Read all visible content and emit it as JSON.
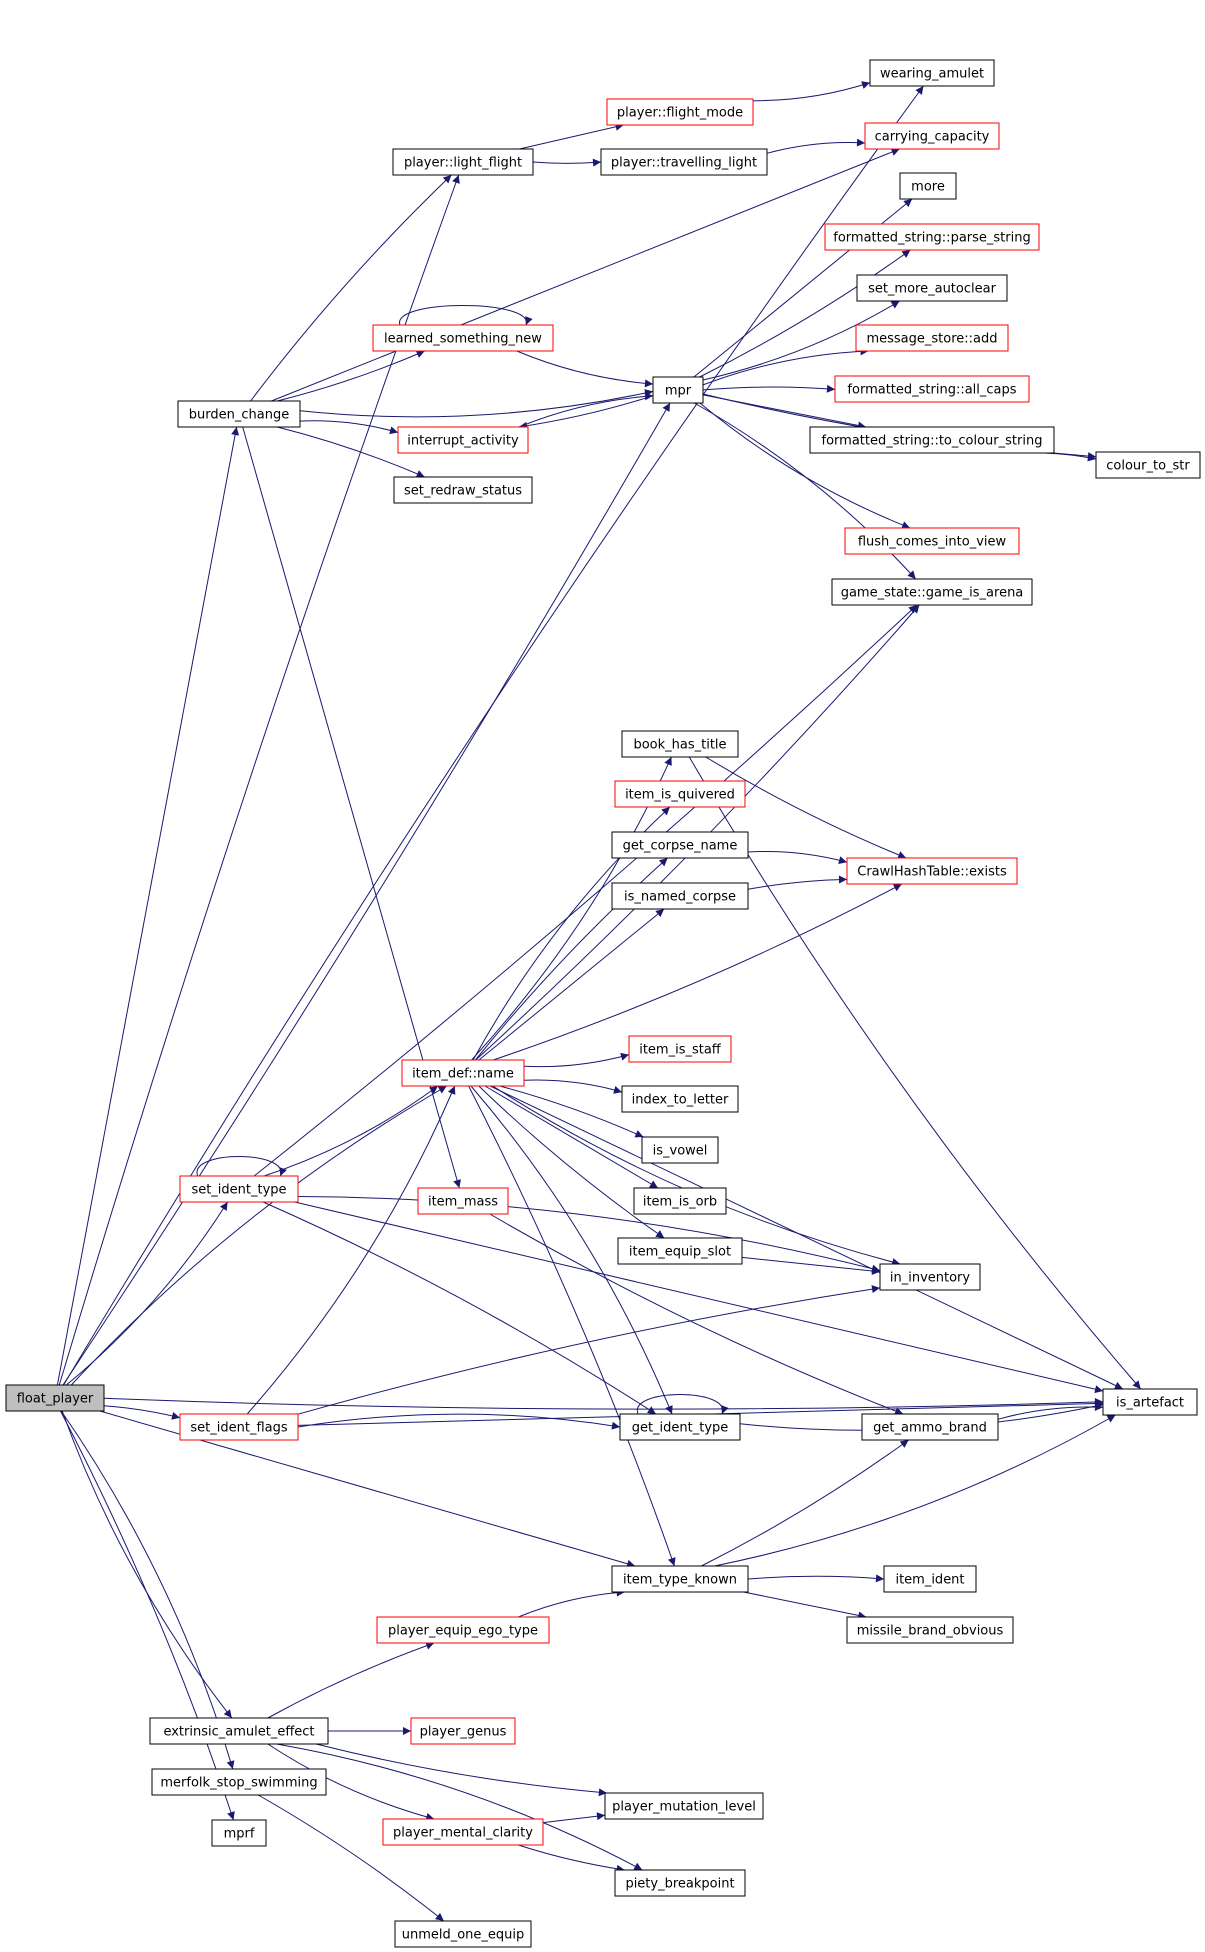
{
  "colors": {
    "edge": "#191970",
    "node_border": "#000000",
    "partial_node_border": "#ff0000",
    "root_fill": "#bfbfbf",
    "background": "#ffffff"
  },
  "nodes": [
    {
      "id": "float_player",
      "label": "float_player",
      "style": "root"
    },
    {
      "id": "wearing_amulet",
      "label": "wearing_amulet",
      "style": "normal"
    },
    {
      "id": "player_flight_mode",
      "label": "player::flight_mode",
      "style": "partial"
    },
    {
      "id": "player_light_flight",
      "label": "player::light_flight",
      "style": "normal"
    },
    {
      "id": "player_travelling_light",
      "label": "player::travelling_light",
      "style": "normal"
    },
    {
      "id": "carrying_capacity",
      "label": "carrying_capacity",
      "style": "partial"
    },
    {
      "id": "more",
      "label": "more",
      "style": "normal"
    },
    {
      "id": "parse_string",
      "label": "formatted_string::parse_string",
      "style": "partial"
    },
    {
      "id": "set_more_autoclear",
      "label": "set_more_autoclear",
      "style": "normal"
    },
    {
      "id": "learned_something_new",
      "label": "learned_something_new",
      "style": "partial"
    },
    {
      "id": "message_store_add",
      "label": "message_store::add",
      "style": "partial"
    },
    {
      "id": "burden_change",
      "label": "burden_change",
      "style": "normal"
    },
    {
      "id": "mpr",
      "label": "mpr",
      "style": "normal"
    },
    {
      "id": "all_caps",
      "label": "formatted_string::all_caps",
      "style": "partial"
    },
    {
      "id": "interrupt_activity",
      "label": "interrupt_activity",
      "style": "partial"
    },
    {
      "id": "to_colour_string",
      "label": "formatted_string::to_colour_string",
      "style": "normal"
    },
    {
      "id": "colour_to_str",
      "label": "colour_to_str",
      "style": "normal"
    },
    {
      "id": "set_redraw_status",
      "label": "set_redraw_status",
      "style": "normal"
    },
    {
      "id": "flush_comes_into_view",
      "label": "flush_comes_into_view",
      "style": "partial"
    },
    {
      "id": "game_is_arena",
      "label": "game_state::game_is_arena",
      "style": "normal"
    },
    {
      "id": "book_has_title",
      "label": "book_has_title",
      "style": "normal"
    },
    {
      "id": "item_is_quivered",
      "label": "item_is_quivered",
      "style": "partial"
    },
    {
      "id": "get_corpse_name",
      "label": "get_corpse_name",
      "style": "normal"
    },
    {
      "id": "crawlhashtable_exists",
      "label": "CrawlHashTable::exists",
      "style": "partial"
    },
    {
      "id": "is_named_corpse",
      "label": "is_named_corpse",
      "style": "normal"
    },
    {
      "id": "item_is_staff",
      "label": "item_is_staff",
      "style": "partial"
    },
    {
      "id": "item_def_name",
      "label": "item_def::name",
      "style": "partial"
    },
    {
      "id": "index_to_letter",
      "label": "index_to_letter",
      "style": "normal"
    },
    {
      "id": "is_vowel",
      "label": "is_vowel",
      "style": "normal"
    },
    {
      "id": "set_ident_type",
      "label": "set_ident_type",
      "style": "partial"
    },
    {
      "id": "item_mass",
      "label": "item_mass",
      "style": "partial"
    },
    {
      "id": "item_is_orb",
      "label": "item_is_orb",
      "style": "normal"
    },
    {
      "id": "item_equip_slot",
      "label": "item_equip_slot",
      "style": "normal"
    },
    {
      "id": "in_inventory",
      "label": "in_inventory",
      "style": "normal"
    },
    {
      "id": "is_artefact",
      "label": "is_artefact",
      "style": "normal"
    },
    {
      "id": "set_ident_flags",
      "label": "set_ident_flags",
      "style": "partial"
    },
    {
      "id": "get_ident_type",
      "label": "get_ident_type",
      "style": "normal"
    },
    {
      "id": "get_ammo_brand",
      "label": "get_ammo_brand",
      "style": "normal"
    },
    {
      "id": "item_type_known",
      "label": "item_type_known",
      "style": "normal"
    },
    {
      "id": "item_ident",
      "label": "item_ident",
      "style": "normal"
    },
    {
      "id": "player_equip_ego_type",
      "label": "player_equip_ego_type",
      "style": "partial"
    },
    {
      "id": "missile_brand_obvious",
      "label": "missile_brand_obvious",
      "style": "normal"
    },
    {
      "id": "extrinsic_amulet_effect",
      "label": "extrinsic_amulet_effect",
      "style": "normal"
    },
    {
      "id": "player_genus",
      "label": "player_genus",
      "style": "partial"
    },
    {
      "id": "merfolk_stop_swimming",
      "label": "merfolk_stop_swimming",
      "style": "normal"
    },
    {
      "id": "player_mutation_level",
      "label": "player_mutation_level",
      "style": "normal"
    },
    {
      "id": "player_mental_clarity",
      "label": "player_mental_clarity",
      "style": "partial"
    },
    {
      "id": "mprf",
      "label": "mprf",
      "style": "normal"
    },
    {
      "id": "piety_breakpoint",
      "label": "piety_breakpoint",
      "style": "normal"
    },
    {
      "id": "unmeld_one_equip",
      "label": "unmeld_one_equip",
      "style": "normal"
    }
  ],
  "edges": [
    [
      "float_player",
      "wearing_amulet"
    ],
    [
      "float_player",
      "player_light_flight"
    ],
    [
      "float_player",
      "burden_change"
    ],
    [
      "float_player",
      "mpr"
    ],
    [
      "float_player",
      "set_ident_type"
    ],
    [
      "float_player",
      "item_def_name"
    ],
    [
      "float_player",
      "set_ident_flags"
    ],
    [
      "float_player",
      "item_type_known"
    ],
    [
      "float_player",
      "is_artefact"
    ],
    [
      "float_player",
      "extrinsic_amulet_effect"
    ],
    [
      "float_player",
      "merfolk_stop_swimming"
    ],
    [
      "float_player",
      "mprf"
    ],
    [
      "player_light_flight",
      "player_flight_mode"
    ],
    [
      "player_light_flight",
      "player_travelling_light"
    ],
    [
      "player_flight_mode",
      "wearing_amulet"
    ],
    [
      "player_travelling_light",
      "carrying_capacity"
    ],
    [
      "burden_change",
      "player_light_flight"
    ],
    [
      "burden_change",
      "carrying_capacity"
    ],
    [
      "burden_change",
      "learned_something_new"
    ],
    [
      "burden_change",
      "mpr"
    ],
    [
      "burden_change",
      "interrupt_activity"
    ],
    [
      "burden_change",
      "set_redraw_status"
    ],
    [
      "burden_change",
      "item_mass"
    ],
    [
      "learned_something_new",
      "learned_something_new"
    ],
    [
      "learned_something_new",
      "mpr"
    ],
    [
      "interrupt_activity",
      "mpr"
    ],
    [
      "mpr",
      "interrupt_activity"
    ],
    [
      "mpr",
      "more"
    ],
    [
      "mpr",
      "parse_string"
    ],
    [
      "mpr",
      "set_more_autoclear"
    ],
    [
      "mpr",
      "message_store_add"
    ],
    [
      "mpr",
      "all_caps"
    ],
    [
      "mpr",
      "to_colour_string"
    ],
    [
      "mpr",
      "colour_to_str"
    ],
    [
      "mpr",
      "flush_comes_into_view"
    ],
    [
      "mpr",
      "game_is_arena"
    ],
    [
      "to_colour_string",
      "colour_to_str"
    ],
    [
      "set_ident_type",
      "set_ident_type"
    ],
    [
      "set_ident_type",
      "game_is_arena"
    ],
    [
      "set_ident_type",
      "item_def_name"
    ],
    [
      "set_ident_type",
      "in_inventory"
    ],
    [
      "set_ident_type",
      "get_ident_type"
    ],
    [
      "set_ident_type",
      "is_artefact"
    ],
    [
      "item_def_name",
      "game_is_arena"
    ],
    [
      "item_def_name",
      "book_has_title"
    ],
    [
      "item_def_name",
      "item_is_quivered"
    ],
    [
      "item_def_name",
      "get_corpse_name"
    ],
    [
      "item_def_name",
      "is_named_corpse"
    ],
    [
      "item_def_name",
      "crawlhashtable_exists"
    ],
    [
      "item_def_name",
      "item_is_staff"
    ],
    [
      "item_def_name",
      "index_to_letter"
    ],
    [
      "item_def_name",
      "is_vowel"
    ],
    [
      "item_def_name",
      "item_is_orb"
    ],
    [
      "item_def_name",
      "item_equip_slot"
    ],
    [
      "item_def_name",
      "in_inventory"
    ],
    [
      "item_def_name",
      "get_ident_type"
    ],
    [
      "item_def_name",
      "item_type_known"
    ],
    [
      "item_def_name",
      "is_artefact"
    ],
    [
      "book_has_title",
      "crawlhashtable_exists"
    ],
    [
      "book_has_title",
      "is_artefact"
    ],
    [
      "get_corpse_name",
      "crawlhashtable_exists"
    ],
    [
      "is_named_corpse",
      "crawlhashtable_exists"
    ],
    [
      "item_equip_slot",
      "in_inventory"
    ],
    [
      "item_mass",
      "get_ammo_brand"
    ],
    [
      "set_ident_flags",
      "item_def_name"
    ],
    [
      "set_ident_flags",
      "get_ident_type"
    ],
    [
      "set_ident_flags",
      "in_inventory"
    ],
    [
      "set_ident_flags",
      "is_artefact"
    ],
    [
      "get_ident_type",
      "get_ident_type"
    ],
    [
      "get_ident_type",
      "is_artefact"
    ],
    [
      "get_ammo_brand",
      "is_artefact"
    ],
    [
      "item_type_known",
      "item_ident"
    ],
    [
      "item_type_known",
      "missile_brand_obvious"
    ],
    [
      "item_type_known",
      "get_ammo_brand"
    ],
    [
      "item_type_known",
      "is_artefact"
    ],
    [
      "player_equip_ego_type",
      "item_type_known"
    ],
    [
      "extrinsic_amulet_effect",
      "player_equip_ego_type"
    ],
    [
      "extrinsic_amulet_effect",
      "player_genus"
    ],
    [
      "extrinsic_amulet_effect",
      "player_mutation_level"
    ],
    [
      "extrinsic_amulet_effect",
      "player_mental_clarity"
    ],
    [
      "extrinsic_amulet_effect",
      "piety_breakpoint"
    ],
    [
      "merfolk_stop_swimming",
      "unmeld_one_equip"
    ],
    [
      "player_mental_clarity",
      "player_mutation_level"
    ],
    [
      "player_mental_clarity",
      "piety_breakpoint"
    ]
  ]
}
